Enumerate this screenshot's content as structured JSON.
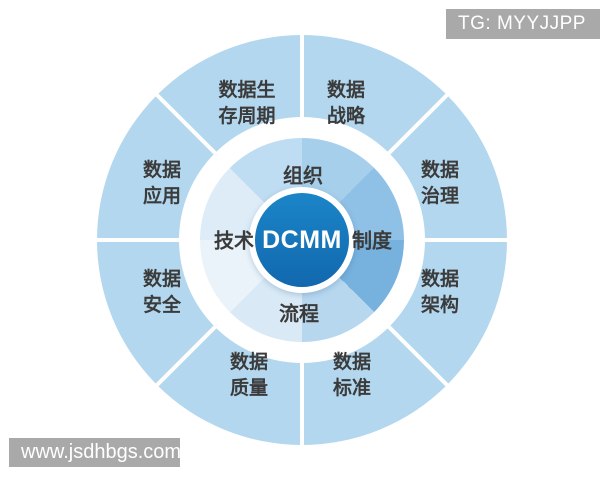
{
  "colors": {
    "page-bg": "#ffffff",
    "outer-ring": "#b3d7ee",
    "quad-top-left": "#bedcf2",
    "quad-top-right": "#a6cfeb",
    "quad-right-upper": "#8fc1e7",
    "quad-right-lower": "#77b2df",
    "quad-bottom-right": "#b7d7ef",
    "quad-bottom-left": "#d9eaf6",
    "quad-left-lower": "#eaf3fa",
    "quad-left-upper": "#ddecf7",
    "center-top": "#1b85c8",
    "center-bottom": "#1268ae",
    "center-text": "#ffffff",
    "label-text": "#3b3b3b",
    "watermark-bg": "#a9a9a9",
    "watermark-text": "#ffffff"
  },
  "watermarks": {
    "tg_label": "TG: MYYJJPP",
    "site_label": "www.jsdhbgs.com"
  },
  "diagram": {
    "center": {
      "label": "DCMM"
    },
    "inner_ring": [
      {
        "label": "组织",
        "position": "top"
      },
      {
        "label": "制度",
        "position": "right"
      },
      {
        "label": "流程",
        "position": "bottom"
      },
      {
        "label": "技术",
        "position": "left"
      }
    ],
    "outer_ring": [
      {
        "label": "数据生存周期",
        "lines": [
          "数据生",
          "存周期"
        ],
        "position": "top-left"
      },
      {
        "label": "数据战略",
        "lines": [
          "数据",
          "战略"
        ],
        "position": "top-right"
      },
      {
        "label": "数据治理",
        "lines": [
          "数据",
          "治理"
        ],
        "position": "right-upper"
      },
      {
        "label": "数据架构",
        "lines": [
          "数据",
          "架构"
        ],
        "position": "right-lower"
      },
      {
        "label": "数据标准",
        "lines": [
          "数据",
          "标准"
        ],
        "position": "bottom-right"
      },
      {
        "label": "数据质量",
        "lines": [
          "数据",
          "质量"
        ],
        "position": "bottom-left"
      },
      {
        "label": "数据安全",
        "lines": [
          "数据",
          "安全"
        ],
        "position": "left-lower"
      },
      {
        "label": "数据应用",
        "lines": [
          "数据",
          "应用"
        ],
        "position": "left-upper"
      }
    ]
  }
}
